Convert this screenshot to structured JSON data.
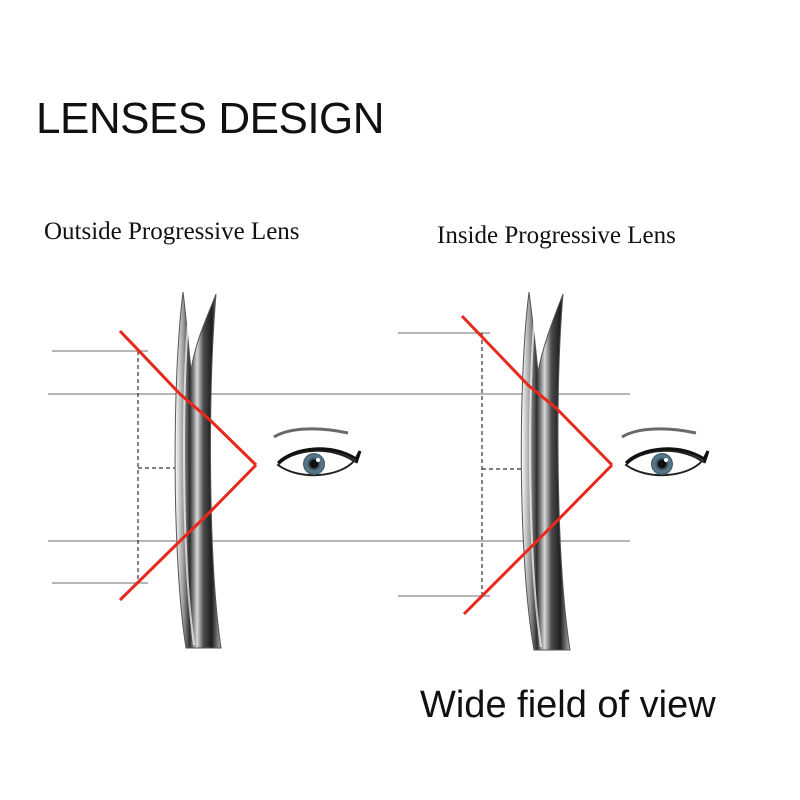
{
  "title": "LENSES DESIGN",
  "panels": {
    "left": {
      "label": "Outside Progressive Lens"
    },
    "right": {
      "label": "Inside Progressive Lens"
    }
  },
  "caption": "Wide field of view",
  "colors": {
    "ray": "#e8281c",
    "guide": "#888888",
    "text": "#111111",
    "iris": "#4a6878"
  },
  "icons": [
    "lens-icon",
    "eye-icon"
  ]
}
